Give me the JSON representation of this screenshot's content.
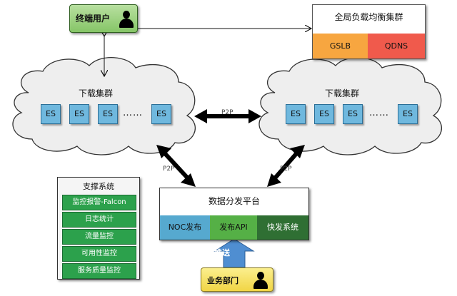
{
  "end_user": {
    "label": "终端用户"
  },
  "gslb_group": {
    "title": "全局负载均衡集群",
    "cells": [
      "GSLB",
      "QDNS"
    ]
  },
  "clusters": [
    {
      "label": "下载集群",
      "nodes": [
        "ES",
        "ES",
        "ES",
        "ES"
      ],
      "ellipsis": "……"
    },
    {
      "label": "下载集群",
      "nodes": [
        "ES",
        "ES",
        "ES",
        "ES"
      ],
      "ellipsis": "……"
    }
  ],
  "connections": {
    "cluster_link": "P2P",
    "left_link": "P2P",
    "right_link": "P2P"
  },
  "support": {
    "title": "支撑系统",
    "items": [
      "监控报警-Falcon",
      "日志统计",
      "流量监控",
      "可用性监控",
      "服务质量监控"
    ]
  },
  "platform": {
    "title": "数据分发平台",
    "segments": [
      "NOC发布",
      "发布API",
      "快发系统"
    ]
  },
  "push": {
    "label": "推送"
  },
  "business": {
    "label": "业务部门"
  },
  "colors": {
    "end_user": "#86c567",
    "gslb": "#f7a640",
    "qdns": "#f05a4c",
    "es": "#6fb8de",
    "support_item": "#2ca14c",
    "noc": "#56a9cf",
    "api": "#55b046",
    "fast": "#2f6f33",
    "business": "#f1d545",
    "push_arrow": "#4f8ed1"
  }
}
